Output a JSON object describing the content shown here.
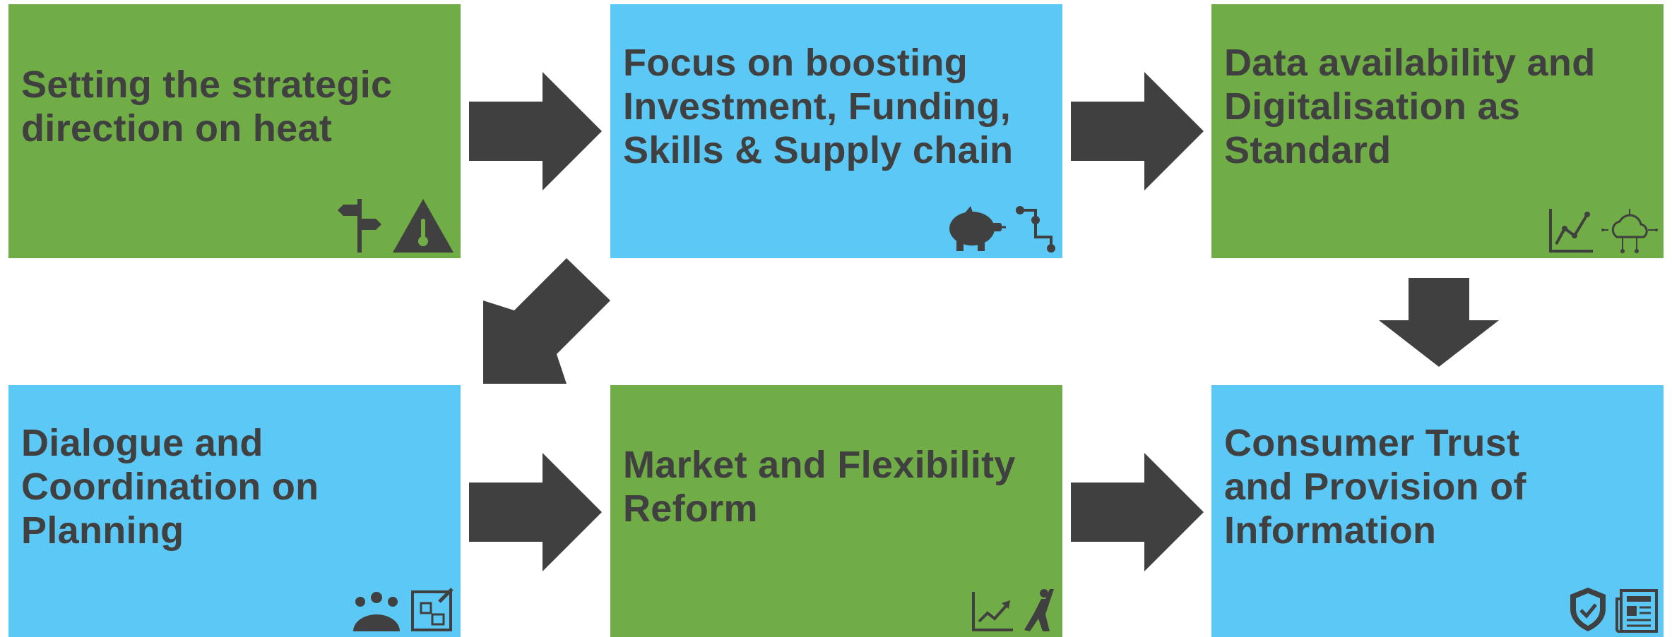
{
  "colors": {
    "green": "#70ad47",
    "blue": "#5bc8f5",
    "text": "#404040",
    "arrow": "#404040"
  },
  "boxes": [
    {
      "label": "Setting the strategic\ndirection on heat",
      "color": "green",
      "icons": [
        "signpost-icon",
        "warning-thermometer-icon"
      ]
    },
    {
      "label": "Focus on boosting\nInvestment, Funding,\nSkills & Supply chain",
      "color": "blue",
      "icons": [
        "piggy-bank-icon",
        "supply-chain-path-icon"
      ]
    },
    {
      "label": "Data availability and\nDigitalisation as\nStandard",
      "color": "green",
      "icons": [
        "line-chart-icon",
        "cloud-network-icon"
      ]
    },
    {
      "label": "Dialogue and\nCoordination on\nPlanning",
      "color": "blue",
      "icons": [
        "meeting-group-icon",
        "blueprint-plan-icon"
      ]
    },
    {
      "label": "Market and Flexibility\nReform",
      "color": "green",
      "icons": [
        "trend-chart-icon",
        "flexibility-person-icon"
      ]
    },
    {
      "label": "Consumer Trust\nand Provision of\nInformation",
      "color": "blue",
      "icons": [
        "shield-check-icon",
        "newspaper-icon"
      ]
    }
  ],
  "arrows": [
    "right",
    "right",
    "down-left",
    "down",
    "right",
    "right"
  ]
}
